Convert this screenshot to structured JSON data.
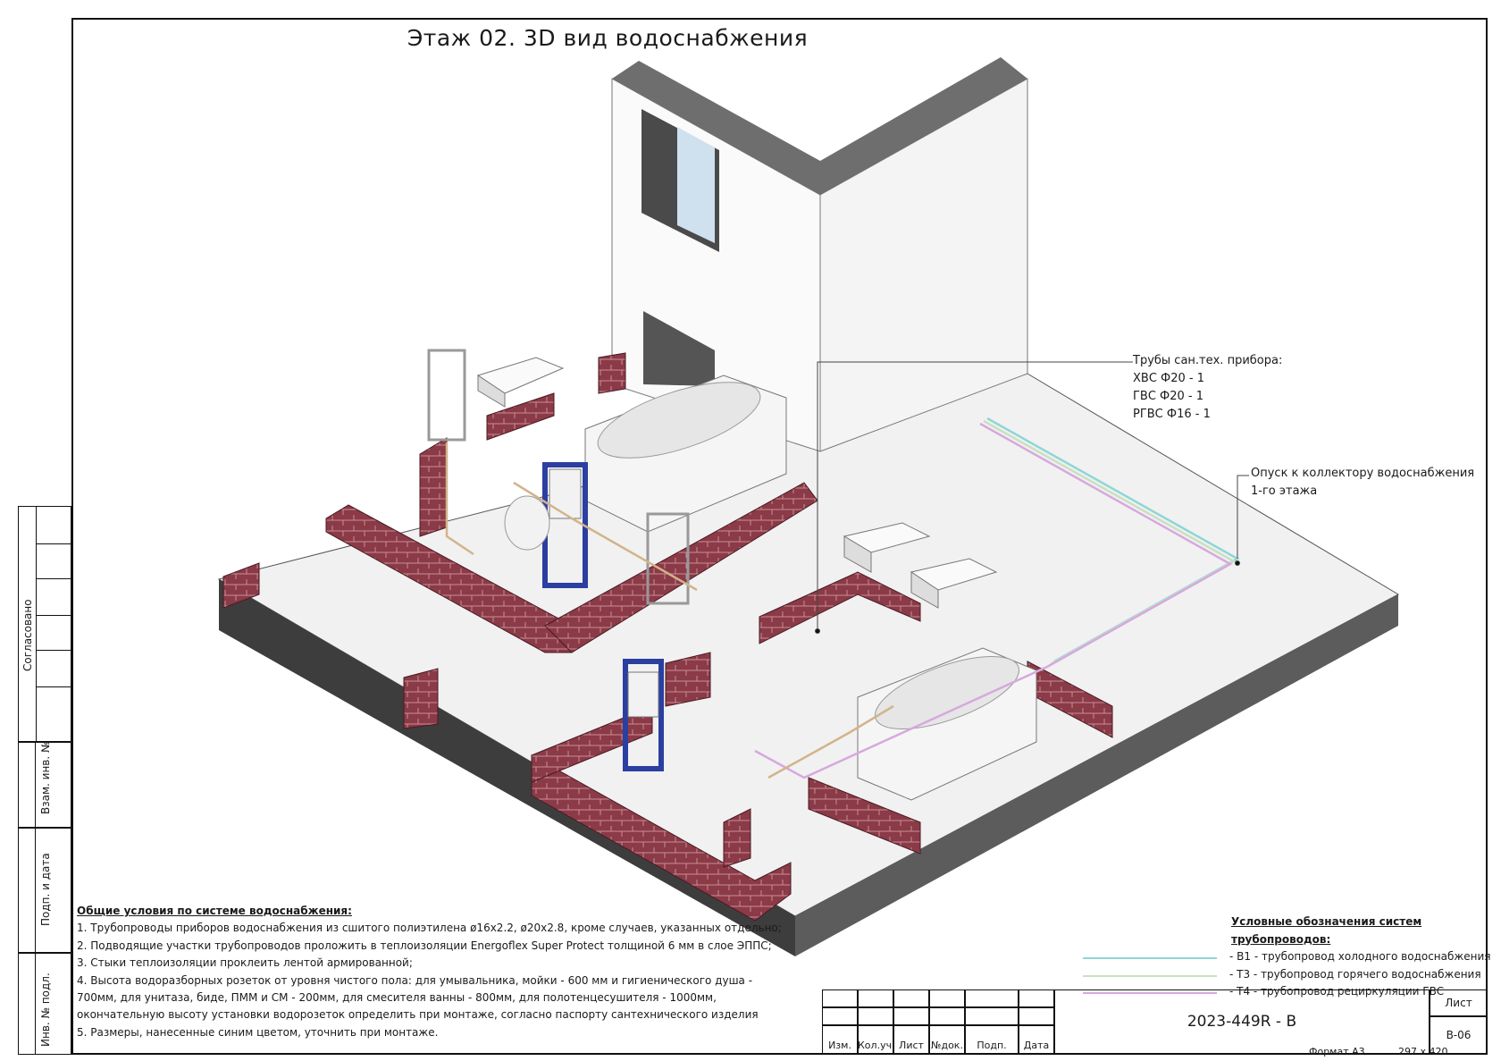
{
  "title": "Этаж 02. 3D вид водоснабжения",
  "side_block": {
    "agreed": "Согласовано",
    "inv_replace": "Взам. инв. №",
    "sign_date": "Подп. и дата",
    "inv_original": "Инв. № подл."
  },
  "callouts": {
    "fixture_pipes": {
      "line1": "Трубы сан.тех. прибора:",
      "line2": "ХВС Ф20 - 1",
      "line3": "ГВС Ф20 - 1",
      "line4": "РГВС Ф16 - 1"
    },
    "riser": {
      "line1": "Опуск к коллектору водоснабжения",
      "line2": "1-го этажа"
    }
  },
  "notes": {
    "heading": "Общие условия по системе водоснабжения:",
    "items": [
      "1. Трубопроводы приборов водоснабжения из сшитого полиэтилена ø16х2.2, ø20х2.8, кроме случаев, указанных отдельно;",
      "2. Подводящие участки трубопроводов проложить в теплоизоляции Energoflex Super Protect толщиной 6 мм в слое ЭППС;",
      "3. Стыки теплоизоляции проклеить лентой армированной;",
      "4. Высота водоразборных розеток от уровня чистого пола: для умывальника, мойки - 600 мм и гигиенического душа -",
      "700мм, для унитаза, биде, ПММ и СМ - 200мм, для смесителя ванны - 800мм, для полотенцесушителя - 1000мм,",
      "окончательную высоту установки водорозеток определить при монтаже, согласно паспорту сантехнического изделия",
      "5. Размеры, нанесенные синим цветом, уточнить при монтаже."
    ]
  },
  "legend": {
    "heading": "Условные обозначения систем трубопроводов:",
    "items": [
      {
        "text": "- В1 - трубопровод холодного водоснабжения",
        "color": "#8fd6d6"
      },
      {
        "text": "- Т3 - трубопровод горячего водоснабжения",
        "color": "#c9e0c0"
      },
      {
        "text": "- Т4 - трубопровод рециркуляции ГВС",
        "color": "#d7a8de"
      }
    ]
  },
  "stamp": {
    "cols": [
      "Изм.",
      "Кол.уч.",
      "Лист",
      "№док.",
      "Подп.",
      "Дата"
    ],
    "code": "2023-449R - В",
    "sheet_label": "Лист",
    "sheet_value": "В-06"
  },
  "footer": {
    "format": "Формат А3",
    "size": "297 х 420"
  },
  "colors": {
    "brick": "#8b3a47",
    "floor": "#efefef",
    "wall": "#f7f7f7",
    "frame_blue": "#2b3fa0",
    "pipe_cold": "#8fd6d6",
    "pipe_hot": "#c9e0c0",
    "pipe_recirc": "#d7a8de",
    "pipe_supply": "#d2b48c"
  }
}
